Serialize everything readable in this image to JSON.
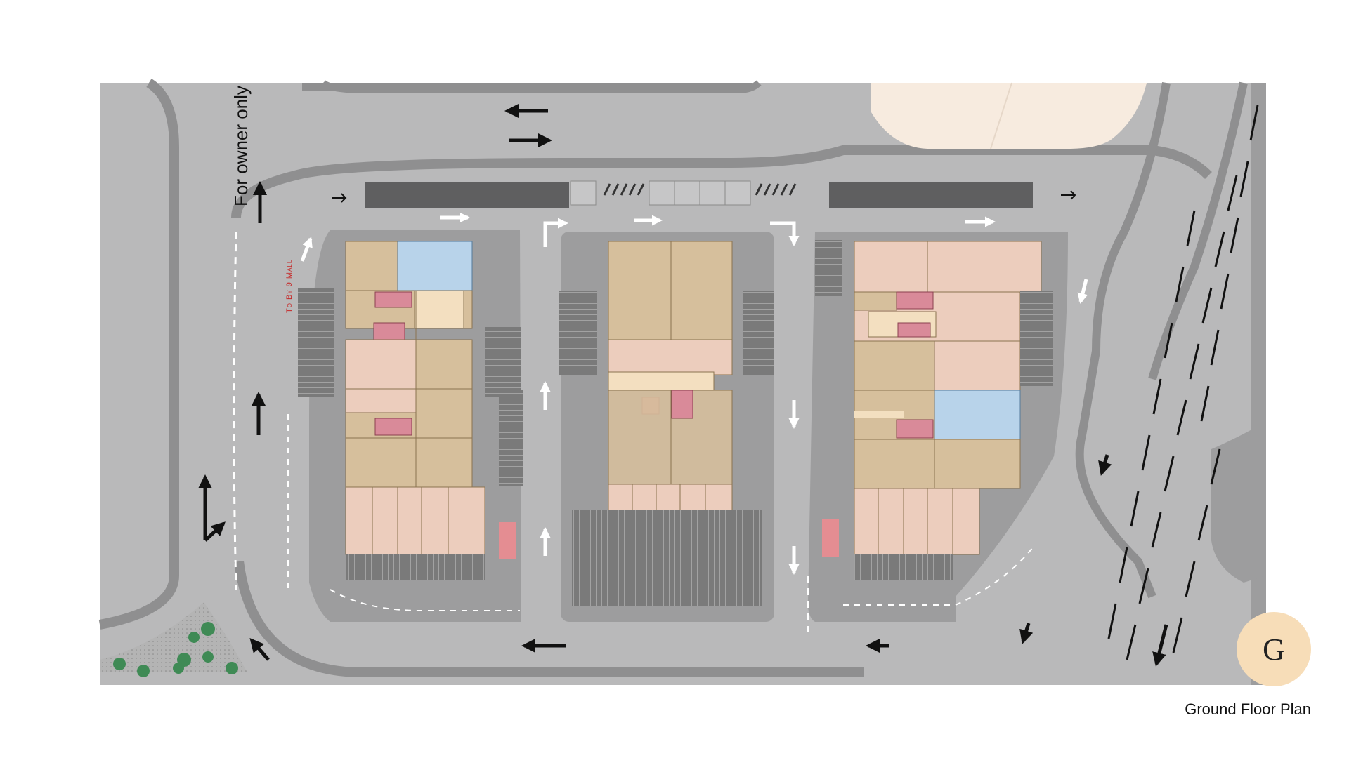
{
  "plan": {
    "caption": "Ground Floor Plan",
    "badge_letter": "G",
    "owner_note": "For owner only",
    "mall_direction": "To By 9 Mall"
  },
  "colors": {
    "road": "#b9b9ba",
    "road_edge": "#8f8f90",
    "island": "#9d9d9e",
    "shop_tan": "#d6bf9c",
    "shop_pink": "#eccdbd",
    "anchor_blue": "#b8d3ea",
    "lobby": "#f3dfc0",
    "stairs": "#d98a99",
    "parking_dark": "#6e6e6e",
    "sand_plot": "#f7ebdf",
    "badge": "#f7ddb8"
  },
  "icons": [
    "direction-arrow-icon",
    "entry-arrow-icon",
    "palm-tree-icon"
  ]
}
